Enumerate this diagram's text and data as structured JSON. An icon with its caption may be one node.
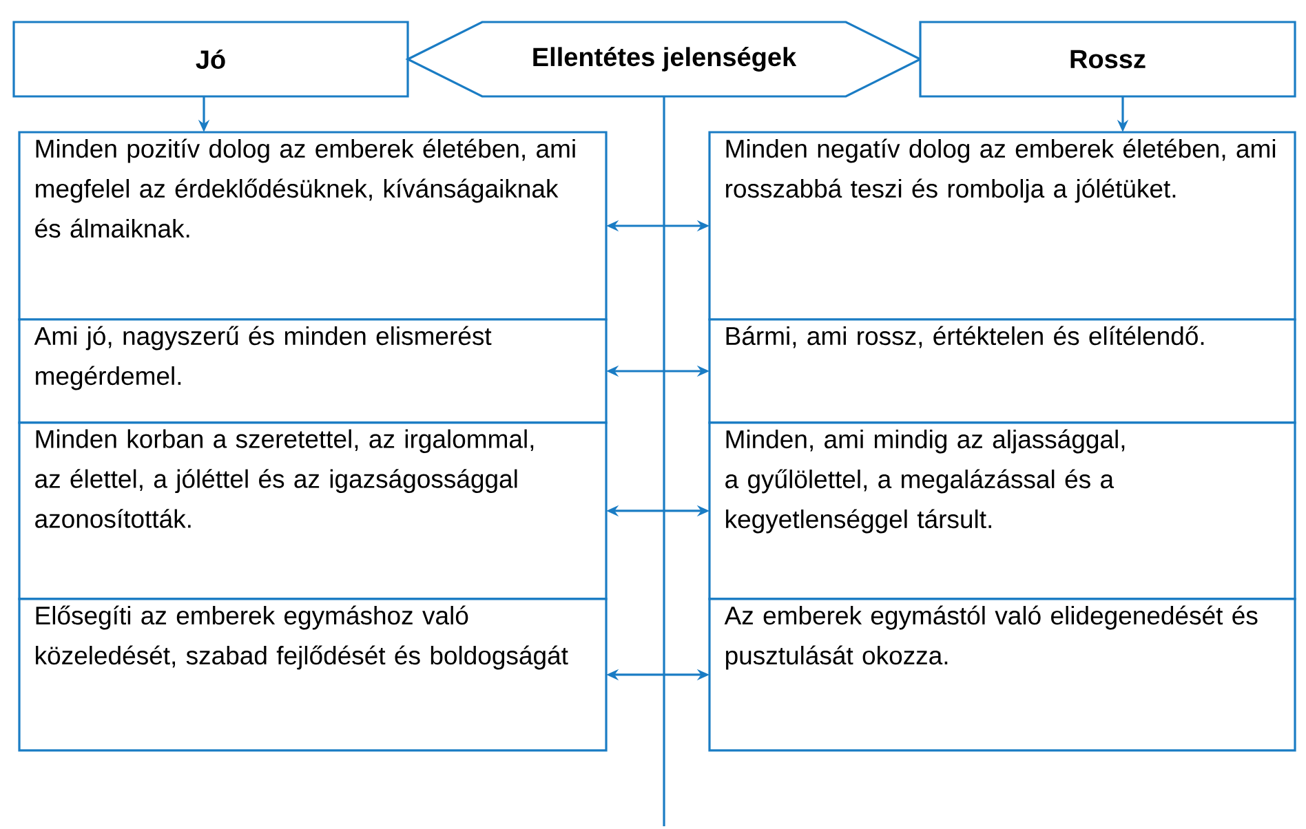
{
  "diagram": {
    "nodes": [
      {
        "text": [
          "Jó"
        ]
      },
      {
        "text": [
          "Ellentétes jelenségek"
        ]
      },
      {
        "text": [
          "Rossz"
        ]
      },
      {
        "text": [
          "Minden pozitív dolog az emberek életében, ami megfelel az érdeklődésüknek, kívánságaiknak és álmaiknak."
        ]
      },
      {
        "text": [
          "Minden negatív dolog az emberek életében, ami rosszabbá teszi és rombolja a jólétüket."
        ]
      },
      {
        "text": [
          "Ami jó, nagyszerű és minden elismerést megérdemel."
        ]
      },
      {
        "text": [
          "Bármi, ami rossz, értéktelen és elítélendő."
        ]
      },
      {
        "text": [
          "Minden korban a szeretettel, az irgalommal, az élettel, a jóléttel és az igazságossággal azonosították."
        ]
      },
      {
        "text": [
          "Minden, ami mindig az aljassággal, a gyűlölettel, a megalázással és a kegyetlenséggel társult."
        ]
      },
      {
        "text": [
          "Elősegíti az emberek egymáshoz való közeledését, szabad fejlődését és boldogságát"
        ]
      },
      {
        "text": [
          "Az emberek egymástól való elidegenedését és pusztulását okozza."
        ]
      }
    ],
    "edges": [
      {
        "from": 0,
        "to": 3,
        "arrow": "to"
      },
      {
        "from": 2,
        "to": 4,
        "arrow": "to"
      },
      {
        "from": 1,
        "to": null,
        "arrow": "none"
      },
      {
        "from": 3,
        "to": 4,
        "arrow": "both"
      },
      {
        "from": 5,
        "to": 6,
        "arrow": "both"
      },
      {
        "from": 7,
        "to": 8,
        "arrow": "both"
      },
      {
        "from": 9,
        "to": 10,
        "arrow": "both"
      }
    ]
  }
}
